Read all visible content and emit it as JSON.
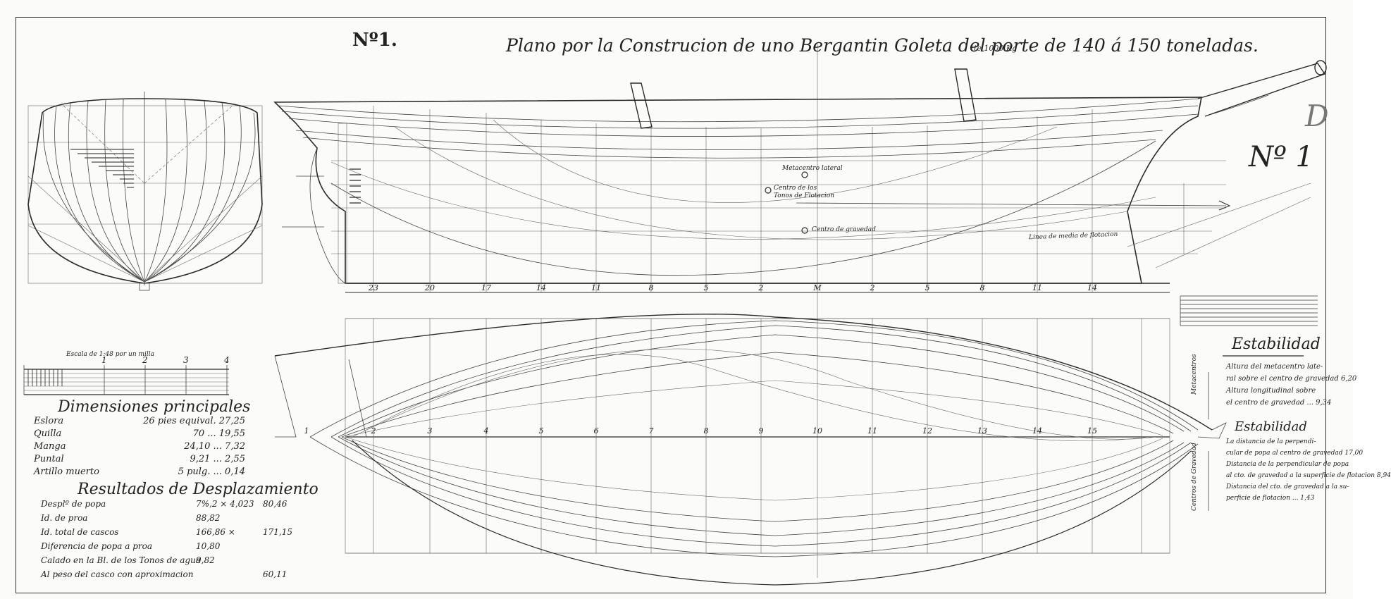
{
  "title": {
    "number": "Nº1.",
    "main": "Plano por la Construcion de uno Bergantin Goleta del porte de 140 á 150 toneladas.",
    "sub": "te 1000 Kg"
  },
  "corner": {
    "letter": "D",
    "number": "Nº 1"
  },
  "profile": {
    "stations": [
      "23",
      "20",
      "17",
      "14",
      "11",
      "8",
      "5",
      "2",
      "M",
      "2",
      "5",
      "8",
      "11",
      "14"
    ],
    "labels": {
      "metacenter": "Metacentro lateral",
      "buoyancy": "Centro de los Tonos de Flotacion",
      "gravity": "Centro de gravedad",
      "waterline": "Linea de media de flotacion"
    }
  },
  "plan": {
    "stations": [
      "1",
      "2",
      "3",
      "4",
      "5",
      "6",
      "7",
      "8",
      "9",
      "10",
      "11",
      "12",
      "13",
      "14",
      "15"
    ]
  },
  "scale": {
    "title": "Escala de 1:48 por un milla",
    "ticks": [
      "1",
      "2",
      "3",
      "4"
    ]
  },
  "dimensions": {
    "heading": "Dimensiones principales",
    "rows": [
      {
        "label": "Eslora",
        "value": "26 pies equival. 27,25"
      },
      {
        "label": "Quilla",
        "value": "70 ... 19,55"
      },
      {
        "label": "Manga",
        "value": "24,10 ... 7,32"
      },
      {
        "label": "Puntal",
        "value": "9,21 ... 2,55"
      },
      {
        "label": "Artillo muerto",
        "value": "5 pulg. ... 0,14"
      }
    ]
  },
  "results": {
    "heading": "Resultados de Desplazamiento",
    "rows": [
      {
        "label": "Desplº de popa",
        "value": "7%,2 × 4,023",
        "extra": "80,46"
      },
      {
        "label": "Id. de proa",
        "value": "88,82",
        "extra": ""
      },
      {
        "label": "Id. total de cascos",
        "value": "166,86 ×",
        "extra": "171,15"
      },
      {
        "label": "Diferencia de popa a proa",
        "value": "10,80",
        "extra": ""
      },
      {
        "label": "Calado en la Bl. de los Tonos de agua",
        "value": "9,82",
        "extra": ""
      },
      {
        "label": "Al peso del casco con aproximacion",
        "value": "",
        "extra": "60,11"
      }
    ]
  },
  "stability": {
    "heading1": "Estabilidad",
    "lines1": [
      "Altura del metacentro late-",
      "ral sobre el centro de gravedad 6,20",
      "Altura longitudinal sobre",
      "el centro de gravedad ... 9,34"
    ],
    "heading2": "Estabilidad",
    "lines2": [
      "La distancia de la perpendi-",
      "cular de popa al centro de gravedad 17,00",
      "Distancia de la perpendicular de popa",
      "al cto. de gravedad a la superficie de flotacion 8,94",
      "Distancia del cto. de gravedad a la su-",
      "perficie de flotacion ... 1,43"
    ],
    "side1": "Metacentros",
    "side2": "Centros de Gravedad"
  }
}
